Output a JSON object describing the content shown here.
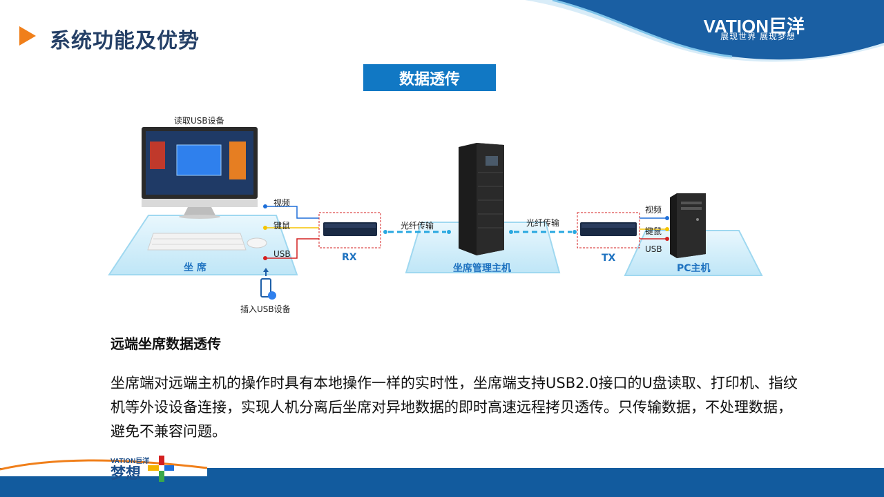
{
  "header": {
    "title": "系统功能及优势",
    "brand": "VATION巨洋",
    "slogan": "展现世界  展现梦想"
  },
  "section_title": "数据透传",
  "diagram": {
    "read_usb": "读取USB设备",
    "insert_usb": "插入USB设备",
    "seat_left_ports": [
      "视频",
      "键鼠",
      "USB"
    ],
    "seat_label": "坐 席",
    "rx_label": "RX",
    "fiber_left": "光纤传输",
    "fiber_right": "光纤传输",
    "manager_label": "坐席管理主机",
    "tx_label": "TX",
    "pc_ports": [
      "视频",
      "键鼠",
      "USB"
    ],
    "pc_label": "PC主机",
    "colors": {
      "video": "#1e6fd9",
      "kvm": "#f5c400",
      "usb": "#d42020",
      "fiber": "#29a8e0"
    }
  },
  "content": {
    "subheading": "远端坐席数据透传",
    "description": "坐席端对远端主机的操作时具有本地操作一样的实时性，坐席端支持USB2.0接口的U盘读取、打印机、指纹机等外设设备连接，实现人机分离后坐席对异地数据的即时高速远程拷贝透传。只传输数据，不处理数据，避免不兼容问题。"
  },
  "footer": {
    "brand": "VATION巨洋",
    "dream": "梦想"
  }
}
